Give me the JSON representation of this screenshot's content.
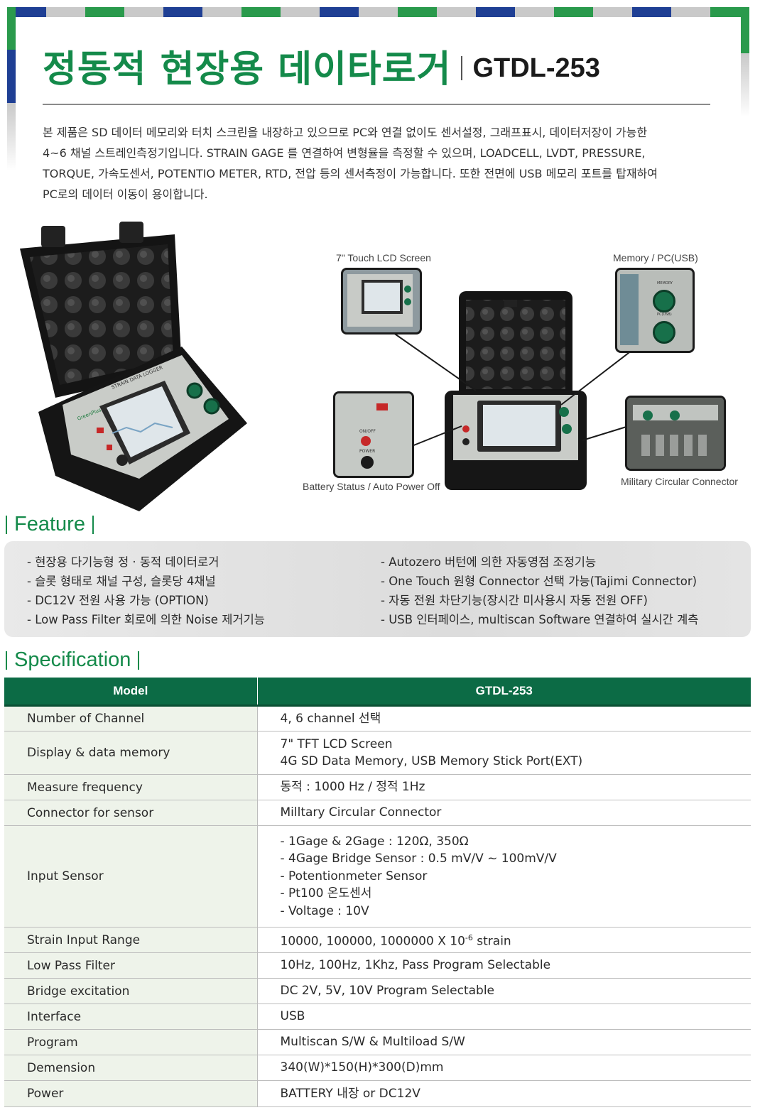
{
  "header": {
    "title_ko": "정동적 현장용 데이타로거",
    "model": "GTDL-253"
  },
  "intro": {
    "line1": "본 제품은 SD 데이터 메모리와 터치 스크린을 내장하고 있으므로 PC와 연결 없이도 센서설정, 그래프표시, 데이터저장이 가능한",
    "line2": "4~6 채널 스트레인측정기입니다. STRAIN GAGE 를 연결하여 변형율을 측정할 수 있으며, LOADCELL, LVDT, PRESSURE,",
    "line3": "TORQUE, 가속도센서, POTENTIO METER, RTD, 전압 등의 센서측정이 가능합니다. 또한 전면에 USB 메모리 포트를 탑재하여",
    "line4": "PC로의 데이터 이동이 용이합니다."
  },
  "callouts": {
    "lcd": "7\" Touch LCD Screen",
    "memory": "Memory / PC(USB)",
    "battery": "Battery Status / Auto Power Off",
    "connector": "Military Circular Connector"
  },
  "device_labels": {
    "panel_title": "STRAIN DATA LOGGER",
    "brand": "GreenPlus",
    "memory_port": "MEMORY",
    "pc_port": "PC(USB)",
    "on_off": "ON/OFF",
    "power": "POWER"
  },
  "feature": {
    "heading": "Feature",
    "left": [
      "- 현장용 다기능형 정 · 동적 데이터로거",
      "- 슬롯 형태로 채널 구성, 슬롯당 4채널",
      "- DC12V 전원 사용 가능 (OPTION)",
      "- Low Pass Filter 회로에 의한 Noise 제거기능"
    ],
    "right": [
      "- Autozero 버턴에 의한 자동영점 조정기능",
      "- One Touch 원형 Connector 선택 가능(Tajimi Connector)",
      "- 자동 전원 차단기능(장시간 미사용시 자동 전원 OFF)",
      "- USB 인터페이스, multiscan Software 연결하여 실시간 계측"
    ]
  },
  "specification": {
    "heading": "Specification",
    "col_model": "Model",
    "col_value": "GTDL-253",
    "rows": [
      {
        "label": "Number of Channel",
        "lines": [
          "4, 6 channel 선택"
        ]
      },
      {
        "label": "Display & data memory",
        "lines": [
          "7\" TFT LCD Screen",
          "4G SD Data Memory, USB Memory Stick Port(EXT)"
        ]
      },
      {
        "label": "Measure frequency",
        "lines": [
          "동적 : 1000 Hz / 정적 1Hz"
        ]
      },
      {
        "label": "Connector for sensor",
        "lines": [
          "Milltary Circular Connector"
        ]
      },
      {
        "label": "Input Sensor",
        "lines": [
          "- 1Gage & 2Gage : 120Ω, 350Ω",
          "- 4Gage Bridge Sensor : 0.5 mV/V ~ 100mV/V",
          "- Potentionmeter Sensor",
          "- Pt100 온도센서",
          "- Voltage : 10V"
        ]
      },
      {
        "label": "Strain Input Range",
        "lines": [
          "10000, 100000, 1000000 X 10"
        ],
        "sup": "-6",
        "suffix": " strain"
      },
      {
        "label": "Low Pass Filter",
        "lines": [
          "10Hz, 100Hz, 1Khz, Pass Program Selectable"
        ]
      },
      {
        "label": "Bridge excitation",
        "lines": [
          "DC 2V, 5V, 10V Program Selectable"
        ]
      },
      {
        "label": "Interface",
        "lines": [
          "USB"
        ]
      },
      {
        "label": "Program",
        "lines": [
          "Multiscan S/W & Multiload S/W"
        ]
      },
      {
        "label": "Demension",
        "lines": [
          "340(W)*150(H)*300(D)mm"
        ]
      },
      {
        "label": "Power",
        "lines": [
          "BATTERY 내장 or DC12V"
        ]
      }
    ]
  },
  "colors": {
    "brand_green": "#148a4a",
    "table_header": "#0c6b45",
    "label_bg": "#eef3ea",
    "frame_blue": "#1f3f94"
  }
}
